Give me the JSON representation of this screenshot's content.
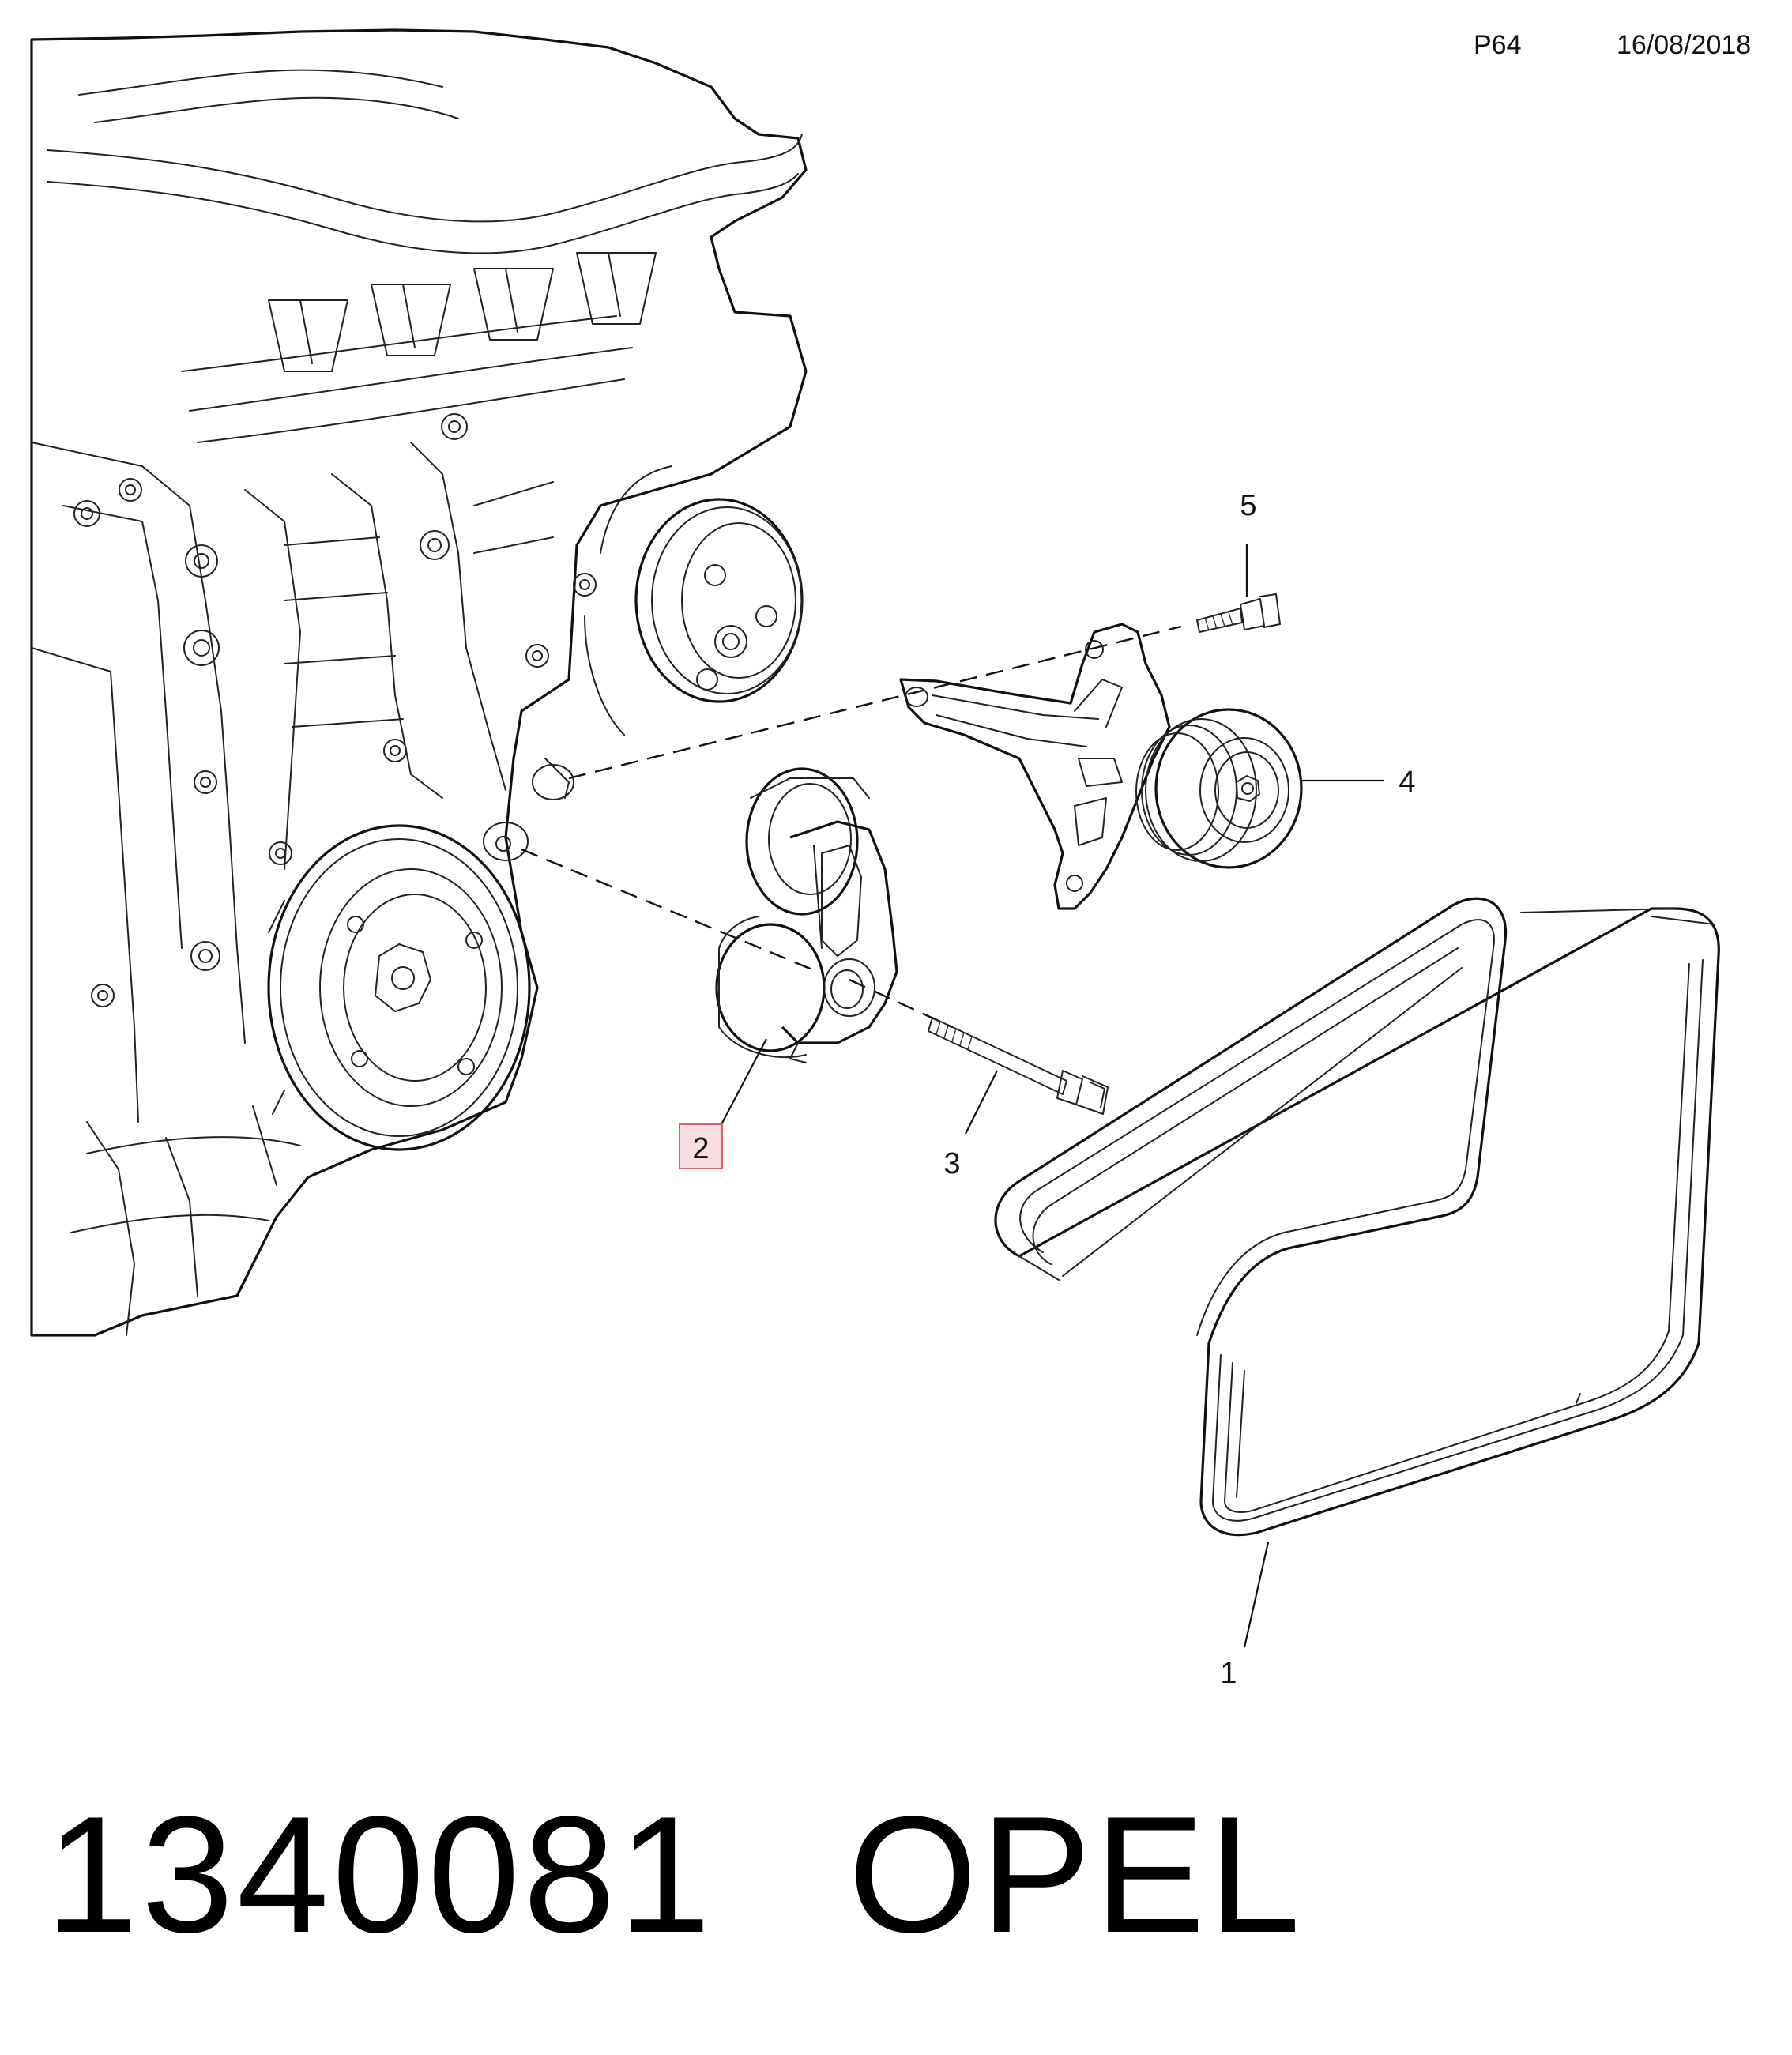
{
  "header": {
    "page_code": "P64",
    "date": "16/08/2018"
  },
  "callouts": [
    {
      "id": "1",
      "label": "1"
    },
    {
      "id": "2",
      "label": "2",
      "highlighted": true
    },
    {
      "id": "3",
      "label": "3"
    },
    {
      "id": "4",
      "label": "4"
    },
    {
      "id": "5",
      "label": "5"
    }
  ],
  "footer": {
    "part_number": "1340081",
    "brand": "OPEL"
  },
  "colors": {
    "line": "#111111",
    "highlight_fill": "#f7dde1",
    "highlight_stroke": "#d9606e"
  }
}
